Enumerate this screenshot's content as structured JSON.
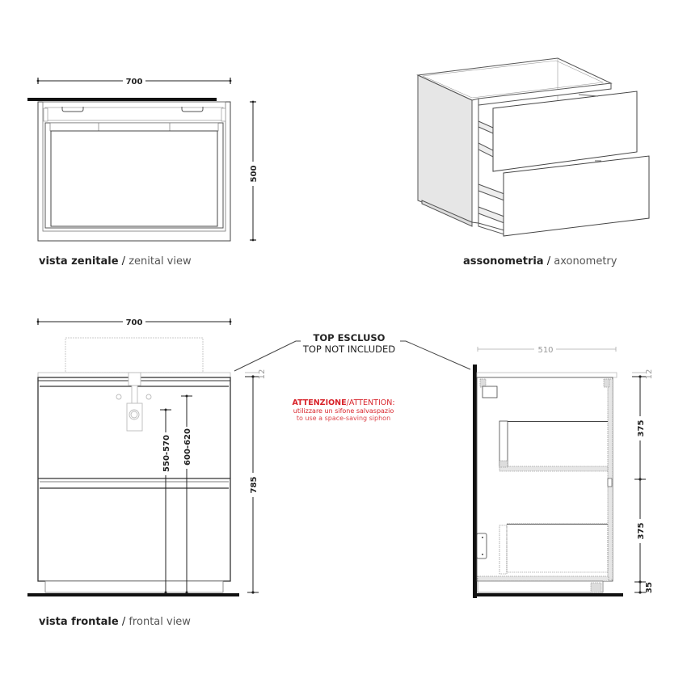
{
  "views": {
    "zenital": {
      "label_it": "vista zenitale",
      "separator": " / ",
      "label_en": "zenital view",
      "dim_width": "700",
      "dim_depth": "500"
    },
    "axonometry": {
      "label_it": "assonometria",
      "separator": " / ",
      "label_en": "axonometry"
    },
    "frontal": {
      "label_it": "vista frontale",
      "separator": " / ",
      "label_en": "frontal view",
      "dim_width": "700",
      "dim_height": "785",
      "dim_top": "12",
      "dim_siphon_low": "550-570",
      "dim_siphon_high": "600-620"
    },
    "side": {
      "dim_depth": "510",
      "dim_top": "12",
      "dim_drawer_upper": "375",
      "dim_drawer_lower": "375",
      "dim_plinth": "35"
    }
  },
  "notes": {
    "top_it": "TOP ESCLUSO",
    "top_en": "TOP NOT INCLUDED",
    "attention_it": "ATTENZIONE",
    "attention_sep": "/",
    "attention_en": "ATTENTION:",
    "siphon_it": "utilizzare un sifone salvaspazio",
    "siphon_en": "to use a space-saving siphon"
  },
  "colors": {
    "line": "#222222",
    "light_line": "#999999",
    "panel_gray": "#e6e6e6",
    "warning_red": "#d8232a"
  }
}
